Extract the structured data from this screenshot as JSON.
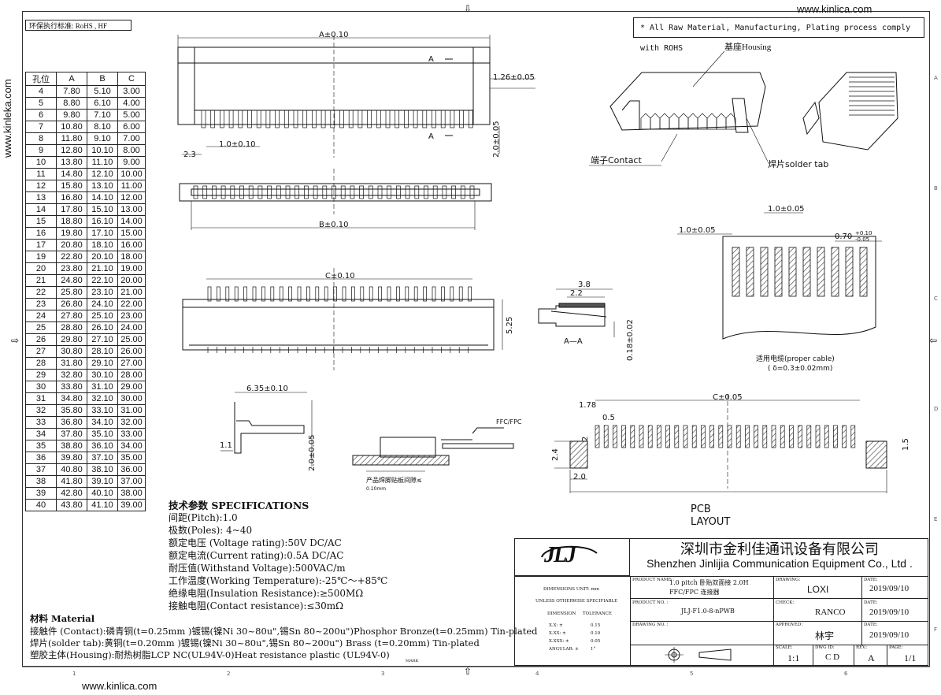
{
  "site": {
    "url_top": "www.kinlica.com",
    "url_bottom": "www.kinlica.com",
    "url_side": "www.kinleka.com"
  },
  "env_standard": "环保执行标准: RoHS  , HF",
  "compliance_note": "* All Raw Material, Manufacturing, Plating process comply with ROHS",
  "position_table": {
    "headers": [
      "孔位",
      "A",
      "B",
      "C"
    ],
    "rows": [
      [
        "4",
        "7.80",
        "5.10",
        "3.00"
      ],
      [
        "5",
        "8.80",
        "6.10",
        "4.00"
      ],
      [
        "6",
        "9.80",
        "7.10",
        "5.00"
      ],
      [
        "7",
        "10.80",
        "8.10",
        "6.00"
      ],
      [
        "8",
        "11.80",
        "9.10",
        "7.00"
      ],
      [
        "9",
        "12.80",
        "10.10",
        "8.00"
      ],
      [
        "10",
        "13.80",
        "11.10",
        "9.00"
      ],
      [
        "11",
        "14.80",
        "12.10",
        "10.00"
      ],
      [
        "12",
        "15.80",
        "13.10",
        "11.00"
      ],
      [
        "13",
        "16.80",
        "14.10",
        "12.00"
      ],
      [
        "14",
        "17.80",
        "15.10",
        "13.00"
      ],
      [
        "15",
        "18.80",
        "16.10",
        "14.00"
      ],
      [
        "16",
        "19.80",
        "17.10",
        "15.00"
      ],
      [
        "17",
        "20.80",
        "18.10",
        "16.00"
      ],
      [
        "19",
        "22.80",
        "20.10",
        "18.00"
      ],
      [
        "20",
        "23.80",
        "21.10",
        "19.00"
      ],
      [
        "21",
        "24.80",
        "22.10",
        "20.00"
      ],
      [
        "22",
        "25.80",
        "23.10",
        "21.00"
      ],
      [
        "23",
        "26.80",
        "24.10",
        "22.00"
      ],
      [
        "24",
        "27.80",
        "25.10",
        "23.00"
      ],
      [
        "25",
        "28.80",
        "26.10",
        "24.00"
      ],
      [
        "26",
        "29.80",
        "27.10",
        "25.00"
      ],
      [
        "27",
        "30.80",
        "28.10",
        "26.00"
      ],
      [
        "28",
        "31.80",
        "29.10",
        "27.00"
      ],
      [
        "29",
        "32.80",
        "30.10",
        "28.00"
      ],
      [
        "30",
        "33.80",
        "31.10",
        "29.00"
      ],
      [
        "31",
        "34.80",
        "32.10",
        "30.00"
      ],
      [
        "32",
        "35.80",
        "33.10",
        "31.00"
      ],
      [
        "33",
        "36.80",
        "34.10",
        "32.00"
      ],
      [
        "34",
        "37.80",
        "35.10",
        "33.00"
      ],
      [
        "35",
        "38.80",
        "36.10",
        "34.00"
      ],
      [
        "36",
        "39.80",
        "37.10",
        "35.00"
      ],
      [
        "37",
        "40.80",
        "38.10",
        "36.00"
      ],
      [
        "38",
        "41.80",
        "39.10",
        "37.00"
      ],
      [
        "39",
        "42.80",
        "40.10",
        "38.00"
      ],
      [
        "40",
        "43.80",
        "41.10",
        "39.00"
      ]
    ]
  },
  "dims": {
    "a": "A±0.10",
    "b": "B±0.10",
    "c": "C±0.10",
    "c_pcb": "C±0.05",
    "d126": "1.26±0.05",
    "d10": "1.0±0.10",
    "d23": "2.3",
    "d20": "2.0±0.05",
    "d525": "5.25",
    "d38": "3.8",
    "d22": "2.2",
    "d018": "0.18±0.02",
    "d635": "6.35±0.10",
    "d11": "1.1",
    "d20b": "2.0±0.05",
    "aa_label": "A",
    "section": "A—A",
    "pitch_a": "1.0±0.05",
    "pitch_b": "1.0±0.05",
    "d070": "0.70",
    "d070_tol_up": "+0.10",
    "d070_tol_dn": "-0.05",
    "d178": "1.78",
    "d05": "0.5",
    "d2": "2",
    "d24": "2.4",
    "d15": "1.5",
    "d20c": "2.0"
  },
  "labels": {
    "housing": "基座Housing",
    "contact": "端子Contact",
    "solder_tab": "焊片solder tab",
    "ffc_fpc": "FFC/FPC",
    "fixture_note": "产品焊脚贴板间隙≤",
    "fixture_val": "0.10mm",
    "cable_note": "适用电缆(proper cable)",
    "cable_val": "( δ=0.3±0.02mm)",
    "pcb": "PCB",
    "layout": "LAYOUT"
  },
  "specs": {
    "title": "技术参数 SPECIFICATIONS",
    "lines": [
      "间距(Pitch):1.0",
      "极数(Poles): 4~40",
      "额定电压 (Voltage rating):50V DC/AC",
      "额定电流(Current rating):0.5A DC/AC",
      "耐压值(Withstand Voltage):500VAC/m",
      "工作温度(Working Temperature):-25℃～+85℃",
      "绝缘电阻(Insulation Resistance):≥500MΩ",
      "接触电阻(Contact  resistance):≤30mΩ"
    ]
  },
  "material": {
    "title": "材料 Material",
    "lines": [
      "接触件 (Contact):磷青铜(t=0.25mm )镀锡(镍Ni 30~80u\",锡Sn 80~200u\")Phosphor Bronze(t=0.25mm) Tin-plated",
      "焊片(solder tab):黄铜(t=0.20mm )镀锡(镍Ni 30~80u\",锡Sn 80~200u\") Brass (t=0.20mm)  Tin-plated",
      "塑胶主体(Housing):耐热树脂LCP  NC(UL94V-0)Heat resistance plastic (UL94V-0)"
    ],
    "mark": "MARK"
  },
  "title_block": {
    "company_cn": "深圳市金利佳通讯设备有限公司",
    "company_en": "Shenzhen Jinlijia Communication Equipment Co., Ltd .",
    "logo_text": "JLJ",
    "dim_unit": "DIMENSIONS UNIT:   mm",
    "unless": "UNLESS OTHERWISE SPECIFIABLE",
    "tol_head_1": "DIMENSION",
    "tol_head_2": "TOLERANCE",
    "tol_rows": [
      [
        "X.X:  ±",
        "0.15"
      ],
      [
        "X.XX:  ±",
        "0.10"
      ],
      [
        "X.XXX:  ±",
        "0.05"
      ],
      [
        "ANGULAR:  ±",
        "1°"
      ]
    ],
    "product_name_label": "PRODUCT NAME :",
    "product_name": "1.0 pitch 卧贴双面接 2.0H",
    "product_name_2": "FFC/FPC 连接器",
    "product_no_label": "PRODUCT NO. :",
    "product_no": "JLJ-F1.0-8-nPWB",
    "drawing_no_label": "DRAWING NO. :",
    "drawing_label": "DRAWING:",
    "drawing_by": "LOXI",
    "check_label": "CHECK:",
    "check_by": "RANCO",
    "approved_label": "APPROVED:",
    "approved_by": "林宇",
    "date_label": "DATE:",
    "date1": "2019/09/10",
    "date2": "2019/09/10",
    "date3": "2019/09/10",
    "scale_label": "SCALE:",
    "scale": "1:1",
    "dwg_id_label": "DWG ID:",
    "dwg_id": "C D",
    "rev_label": "REV.:",
    "rev": "A",
    "page_label": "PAGE:",
    "page": "1/1"
  },
  "grid": {
    "bottom": [
      "1",
      "2",
      "3",
      "4",
      "5",
      "6"
    ],
    "right": [
      "A",
      "B",
      "C",
      "D",
      "E",
      "F"
    ]
  }
}
